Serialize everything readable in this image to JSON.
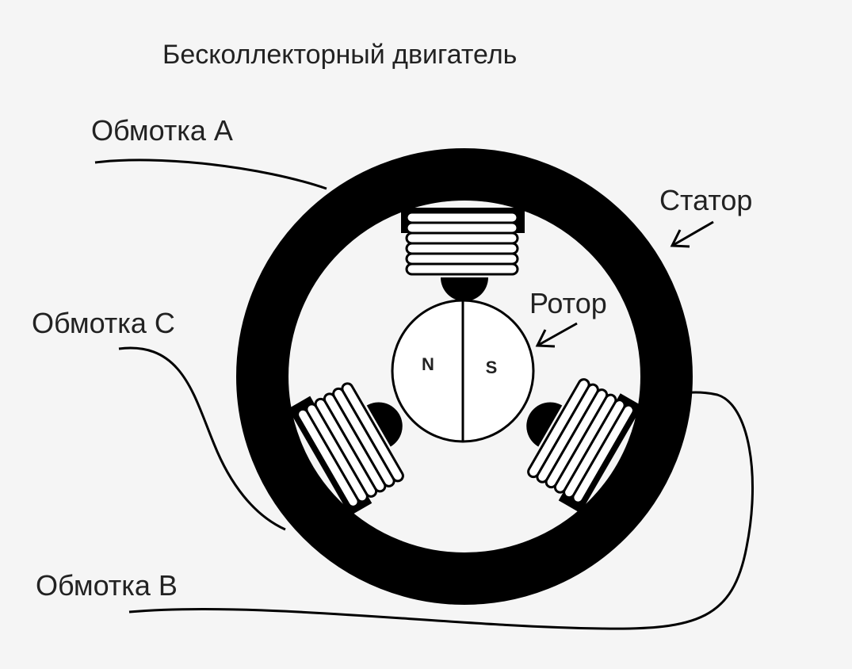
{
  "title": "Бесколлекторный двигатель",
  "labels": {
    "winding_a": "Обмотка A",
    "winding_b": "Обмотка B",
    "winding_c": "Обмотка C",
    "stator": "Статор",
    "rotor": "Ротор"
  },
  "rotor": {
    "north": "N",
    "south": "S"
  },
  "colors": {
    "background": "#f5f5f5",
    "ink": "#000000",
    "coil_fill": "#ffffff"
  }
}
